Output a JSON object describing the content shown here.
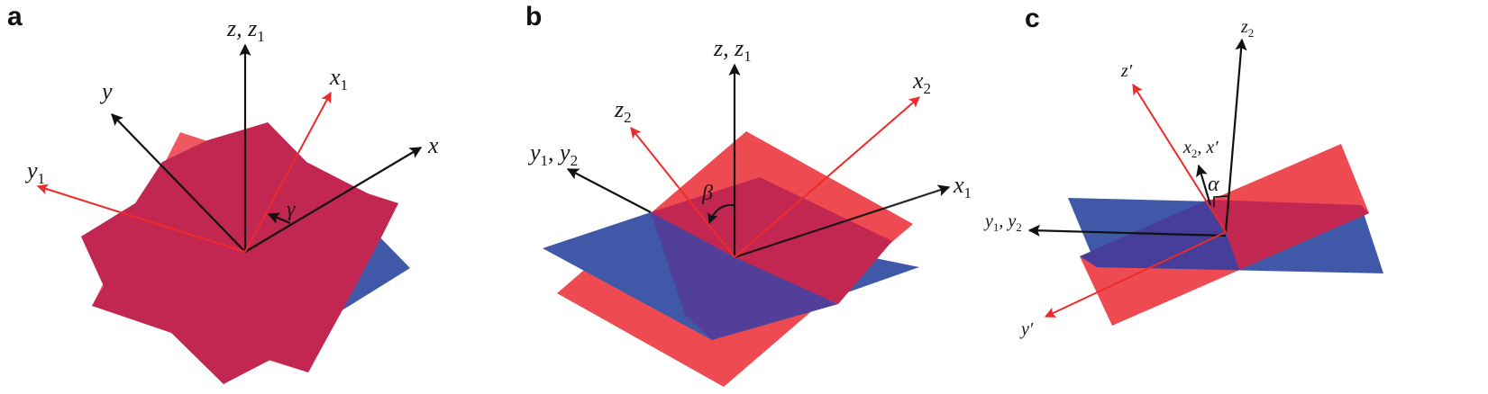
{
  "figure": {
    "colors": {
      "red_plane": "#ee4a52",
      "blue_plane": "#3f59a8",
      "overlap": "#c12751",
      "overlap_b": "#513f9a",
      "red_axis": "#ee2a2a",
      "black_axis": "#111111"
    },
    "panels": [
      {
        "letter": "a",
        "angle": "γ",
        "axes": {
          "z": {
            "base": "z, z",
            "sub": "1"
          },
          "y": {
            "base": "y",
            "sub": ""
          },
          "x": {
            "base": "x",
            "sub": ""
          },
          "x1": {
            "base": "x",
            "sub": "1"
          },
          "y1": {
            "base": "y",
            "sub": "1"
          }
        }
      },
      {
        "letter": "b",
        "angle": "β",
        "axes": {
          "z": {
            "base": "z, z",
            "sub": "1"
          },
          "z2": {
            "base": "z",
            "sub": "2"
          },
          "x2": {
            "base": "x",
            "sub": "2"
          },
          "y12": {
            "base": "y",
            "sub1": "1",
            "mid": ", y",
            "sub2": "2"
          },
          "x1": {
            "base": "x",
            "sub": "1"
          }
        }
      },
      {
        "letter": "c",
        "angle": "α",
        "axes": {
          "z2": {
            "base": "z",
            "sub": "2"
          },
          "zp": {
            "base": "z′"
          },
          "x2xp": {
            "base": "x",
            "sub": "2",
            "tail": ", x′"
          },
          "y12": {
            "base": "y",
            "sub1": "1",
            "mid": ", y",
            "sub2": "2"
          },
          "yp": {
            "base": "y′"
          }
        }
      }
    ]
  }
}
